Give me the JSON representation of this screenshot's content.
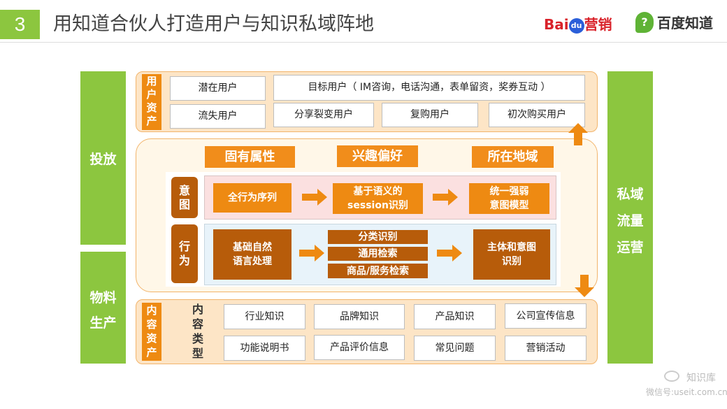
{
  "header": {
    "number": "3",
    "title": "用知道合伙人打造用户与知识私域阵地",
    "logo_baidu": "Bai",
    "logo_du": "du",
    "logo_yingxiao": "营销",
    "logo_zhidao": "百度知道",
    "zhidao_icon": "?"
  },
  "left_column": {
    "top": "投放",
    "bottom": [
      "物料",
      "生产"
    ]
  },
  "right_column": {
    "lines": [
      "私域",
      "流量",
      "运营"
    ]
  },
  "user_assets": {
    "tag": [
      "用",
      "户",
      "资",
      "产"
    ],
    "row1": [
      "潜在用户",
      "目标用户（ IM咨询，电话沟通，表单留资，奖券互动 ）"
    ],
    "row2": [
      "流失用户",
      "分享裂变用户",
      "复购用户",
      "初次购买用户"
    ]
  },
  "attributes": [
    "固有属性",
    "兴趣偏好",
    "所在地域"
  ],
  "intent_row": {
    "label": [
      "意",
      "图"
    ],
    "steps": [
      "全行为序列",
      [
        "基于语义的",
        "session识别"
      ],
      [
        "统一强弱",
        "意图模型"
      ]
    ]
  },
  "behavior_row": {
    "label": [
      "行",
      "为"
    ],
    "first": [
      "基础自然",
      "语言处理"
    ],
    "middle": [
      "分类识别",
      "通用检索",
      "商品/服务检索"
    ],
    "last": [
      "主体和意图",
      "识别"
    ]
  },
  "content_assets": {
    "tag": [
      "内",
      "容",
      "资",
      "产"
    ],
    "type_label": [
      "内",
      "容",
      "类",
      "型"
    ],
    "row1": [
      "行业知识",
      "品牌知识",
      "产品知识",
      "公司宣传信息"
    ],
    "row2": [
      "功能说明书",
      "产品评价信息",
      "常见问题",
      "营销活动"
    ]
  },
  "watermark": {
    "line1": "知识库",
    "line2": "微信号:useit.com.cn"
  },
  "colors": {
    "green": "#8cc63f",
    "orange": "#ee8a12",
    "brown": "#b75c0a",
    "peach": "#fde5c6"
  }
}
